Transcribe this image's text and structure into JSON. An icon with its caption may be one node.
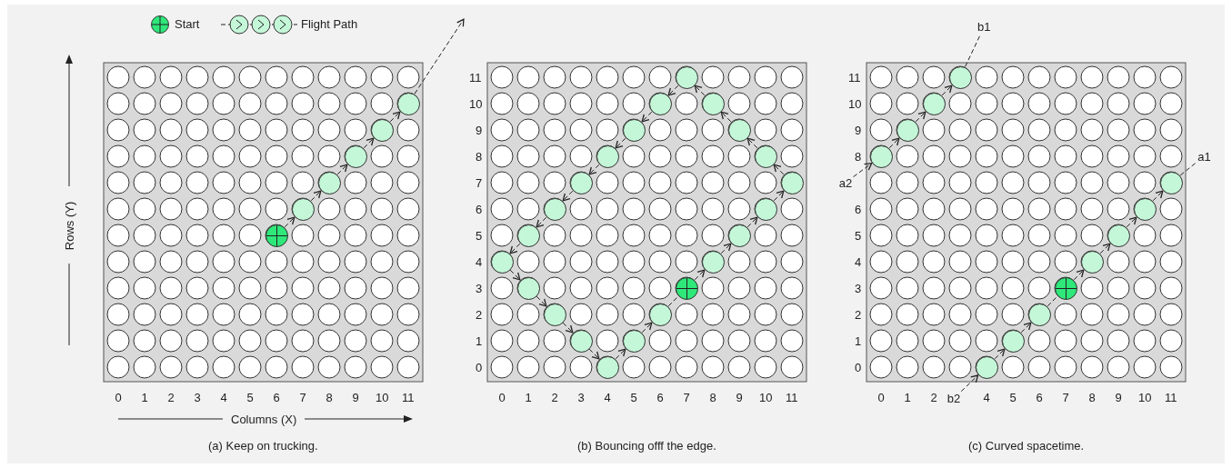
{
  "diagram": {
    "nodes": [
      {
        "text": [],
        "shape": "circle"
      },
      {
        "text": [],
        "shape": "circle"
      },
      {
        "text": [],
        "shape": "circle"
      },
      {
        "text": [],
        "shape": "circle"
      },
      {
        "text": [],
        "shape": "circle"
      },
      {
        "text": [],
        "shape": "circle"
      },
      {
        "text": [],
        "shape": "circle"
      },
      {
        "text": [],
        "shape": "circle"
      },
      {
        "text": [],
        "shape": "circle"
      },
      {
        "text": [],
        "shape": "circle"
      },
      {
        "text": [],
        "shape": "circle"
      },
      {
        "text": [],
        "shape": "circle"
      },
      {
        "text": [],
        "shape": "circle"
      },
      {
        "text": [],
        "shape": "circle"
      },
      {
        "text": [],
        "shape": "circle"
      },
      {
        "text": [],
        "shape": "circle"
      },
      {
        "text": [],
        "shape": "circle"
      },
      {
        "text": [],
        "shape": "circle"
      },
      {
        "text": [],
        "shape": "circle"
      },
      {
        "text": [],
        "shape": "circle"
      },
      {
        "text": [],
        "shape": "circle"
      },
      {
        "text": [],
        "shape": "circle"
      },
      {
        "text": [],
        "shape": "circle"
      },
      {
        "text": [],
        "shape": "circle"
      },
      {
        "text": [],
        "shape": "circle"
      },
      {
        "text": [],
        "shape": "circle"
      },
      {
        "text": [],
        "shape": "circle"
      },
      {
        "text": [],
        "shape": "circle"
      },
      {
        "text": [
          "a2"
        ]
      },
      {
        "text": [],
        "shape": "circle"
      },
      {
        "text": [],
        "shape": "circle"
      },
      {
        "text": [],
        "shape": "circle"
      },
      {
        "text": [],
        "shape": "circle"
      },
      {
        "text": [
          "b2"
        ]
      },
      {
        "text": [
          "b1"
        ]
      },
      {
        "text": [],
        "shape": "circle"
      },
      {
        "text": [],
        "shape": "circle"
      },
      {
        "text": [],
        "shape": "circle"
      },
      {
        "text": [],
        "shape": "circle"
      },
      {
        "text": [],
        "shape": "circle"
      },
      {
        "text": [],
        "shape": "circle"
      },
      {
        "text": [],
        "shape": "circle"
      },
      {
        "text": [],
        "shape": "circle"
      },
      {
        "text": [
          "a1"
        ]
      }
    ],
    "edges": [
      {
        "from": 0,
        "to": 1,
        "arrow": "to",
        "style": "dashed"
      },
      {
        "from": 1,
        "to": 2,
        "arrow": "to",
        "style": "dashed"
      },
      {
        "from": 2,
        "to": 3,
        "arrow": "to",
        "style": "dashed"
      },
      {
        "from": 3,
        "to": 4,
        "arrow": "to",
        "style": "dashed"
      },
      {
        "from": 4,
        "to": 5,
        "arrow": "to",
        "style": "dashed"
      },
      {
        "from": 5,
        "to": null,
        "arrow": "to",
        "style": "dashed"
      },
      {
        "from": 20,
        "to": 22,
        "arrow": "to",
        "style": "dashed"
      },
      {
        "from": 22,
        "to": 24,
        "arrow": "to",
        "style": "dashed"
      },
      {
        "from": 24,
        "to": 26,
        "arrow": "to",
        "style": "dashed"
      },
      {
        "from": 26,
        "to": 27,
        "arrow": "to",
        "style": "dashed"
      },
      {
        "from": 27,
        "to": 25,
        "arrow": "to",
        "style": "dashed"
      },
      {
        "from": 25,
        "to": 23,
        "arrow": "to",
        "style": "dashed"
      },
      {
        "from": 23,
        "to": 21,
        "arrow": "to",
        "style": "dashed"
      },
      {
        "from": 21,
        "to": 19,
        "arrow": "to",
        "style": "dashed"
      },
      {
        "from": 19,
        "to": 17,
        "arrow": "to",
        "style": "dashed"
      },
      {
        "from": 17,
        "to": 15,
        "arrow": "to",
        "style": "dashed"
      },
      {
        "from": 15,
        "to": 13,
        "arrow": "to",
        "style": "dashed"
      },
      {
        "from": 13,
        "to": 11,
        "arrow": "to",
        "style": "dashed"
      },
      {
        "from": 11,
        "to": 9,
        "arrow": "to",
        "style": "dashed"
      },
      {
        "from": 9,
        "to": 7,
        "arrow": "to",
        "style": "dashed"
      },
      {
        "from": 7,
        "to": 6,
        "arrow": "to",
        "style": "dashed"
      },
      {
        "from": 6,
        "to": 8,
        "arrow": "to",
        "style": "dashed"
      },
      {
        "from": 8,
        "to": 10,
        "arrow": "to",
        "style": "dashed"
      },
      {
        "from": 10,
        "to": 12,
        "arrow": "to",
        "style": "dashed"
      },
      {
        "from": 12,
        "to": 14,
        "arrow": "to",
        "style": "dashed"
      },
      {
        "from": 14,
        "to": 16,
        "arrow": "to",
        "style": "dashed"
      },
      {
        "from": 16,
        "to": 18,
        "arrow": "to",
        "style": "dashed"
      },
      {
        "from": 18,
        "to": 20,
        "arrow": "none",
        "style": "dashed"
      },
      {
        "from": 33,
        "to": 35,
        "arrow": "to",
        "style": "dashed"
      },
      {
        "from": 35,
        "to": 36,
        "arrow": "to",
        "style": "dashed"
      },
      {
        "from": 36,
        "to": 37,
        "arrow": "to",
        "style": "dashed"
      },
      {
        "from": 37,
        "to": 38,
        "arrow": "none",
        "style": "dashed"
      },
      {
        "from": 38,
        "to": 39,
        "arrow": "to",
        "style": "dashed"
      },
      {
        "from": 39,
        "to": 40,
        "arrow": "to",
        "style": "dashed"
      },
      {
        "from": 40,
        "to": 41,
        "arrow": "to",
        "style": "dashed"
      },
      {
        "from": 41,
        "to": 42,
        "arrow": "to",
        "style": "dashed"
      },
      {
        "from": 42,
        "to": 43,
        "arrow": "none",
        "style": "dashed"
      },
      {
        "from": 28,
        "to": 29,
        "arrow": "to",
        "style": "dashed"
      },
      {
        "from": 29,
        "to": 30,
        "arrow": "to",
        "style": "dashed"
      },
      {
        "from": 30,
        "to": 31,
        "arrow": "to",
        "style": "dashed"
      },
      {
        "from": 31,
        "to": 32,
        "arrow": "to",
        "style": "dashed"
      },
      {
        "from": 32,
        "to": 34,
        "arrow": "none",
        "style": "dashed"
      }
    ],
    "labels": [
      "Rows (Y)",
      "11",
      "10",
      "9",
      "8",
      "7",
      "6",
      "5",
      "4",
      "3",
      "2",
      "1",
      "0",
      "11",
      "10",
      "9",
      "8",
      "6",
      "5",
      "4",
      "3",
      "2",
      "1",
      "0",
      "0",
      "1",
      "2",
      "3",
      "4",
      "5",
      "6",
      "7",
      "8",
      "9",
      "10",
      "11",
      "0",
      "1",
      "2",
      "3",
      "4",
      "5",
      "6",
      "7",
      "8",
      "9",
      "10",
      "11",
      "0",
      "1",
      "2",
      "4",
      "5",
      "6",
      "7",
      "8",
      "9",
      "10",
      "11",
      "Columns (X)",
      "(a) Keep on trucking.",
      "(b) Bouncing offf the edge.",
      "(c) Curved spacetime."
    ],
    "legend": [
      {
        "text": "Start",
        "color": "#2ee87a"
      },
      {
        "text": "Flight Path"
      }
    ]
  }
}
